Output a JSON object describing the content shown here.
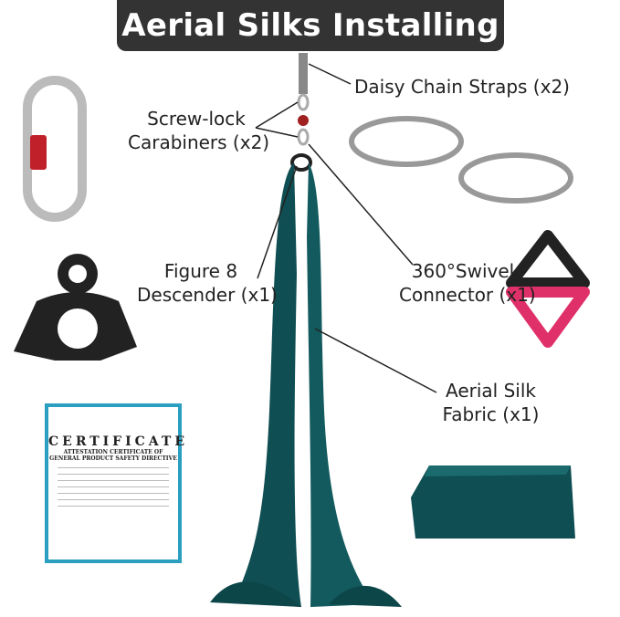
{
  "title": "Aerial Silks Installing",
  "labels": {
    "daisy_chain": "Daisy Chain Straps (x2)",
    "carabiners_line1": "Screw-lock",
    "carabiners_line2": "Carabiners (x2)",
    "descender_line1": "Figure 8",
    "descender_line2": "Descender (x1)",
    "swivel_line1": "360°Swivel",
    "swivel_line2": "Connector (x1)",
    "fabric_line1": "Aerial Silk",
    "fabric_line2": "Fabric (x1)"
  },
  "certificate": {
    "heading": "CERTIFICATE",
    "subtitle_line1": "ATTESTATION CERTIFICATE OF",
    "subtitle_line2": "GENERAL PRODUCT SAFETY DIRECTIVE"
  },
  "colors": {
    "title_bar": "#333333",
    "silk": "#0f4e52",
    "swivel_bottom": "#e0306a",
    "carabiner_lock": "#c0202a"
  }
}
